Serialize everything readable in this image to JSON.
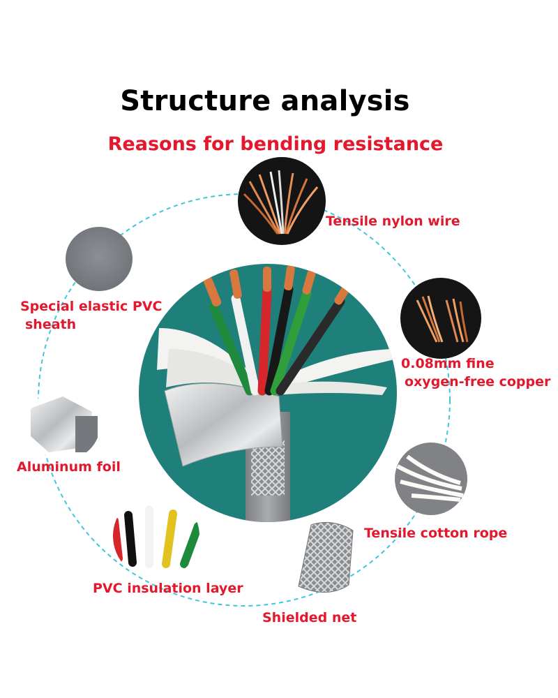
{
  "header": {
    "title": "Structure analysis",
    "subtitle": "Reasons for bending resistance"
  },
  "components": {
    "nylon": "Tensile nylon wire",
    "pvc_sheath_line1": "Special elastic PVC",
    "pvc_sheath_line2": "sheath",
    "copper_line1": "0.08mm fine",
    "copper_line2": "oxygen-free copper",
    "foil": "Aluminum foil",
    "cotton": "Tensile cotton rope",
    "insulation": "PVC insulation layer",
    "shield": "Shielded net"
  },
  "colors": {
    "label_red": "#e3182d",
    "teal": "#1f7f7a",
    "dashed_ring": "#3fc6df",
    "copper": "#d9783e"
  },
  "icons": [
    "copper-strands-icon",
    "grey-sheath-icon",
    "fine-copper-icon",
    "aluminum-foil-icon",
    "cotton-rope-icon",
    "insulated-wires-icon",
    "braided-shield-icon",
    "cable-cross-section-icon"
  ]
}
